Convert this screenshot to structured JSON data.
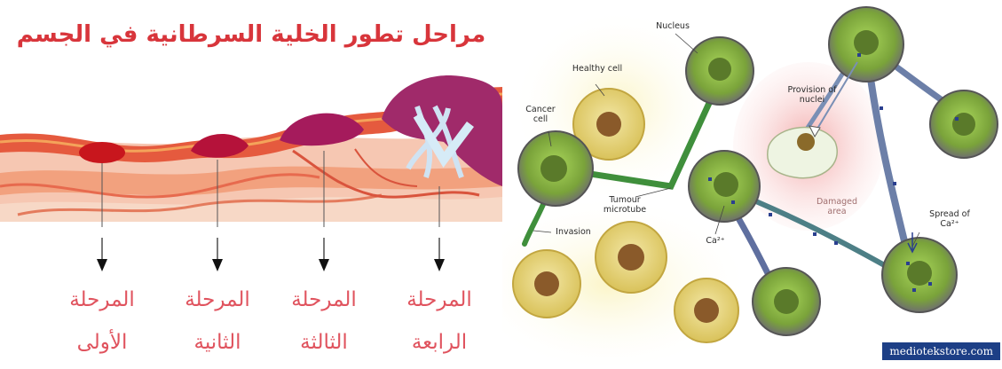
{
  "left": {
    "title": "مراحل تطور الخلية السرطانية في الجسم",
    "stages": [
      {
        "line1": "المرحلة",
        "line2": "الأولى"
      },
      {
        "line1": "المرحلة",
        "line2": "الثانية"
      },
      {
        "line1": "المرحلة",
        "line2": "الثالثة"
      },
      {
        "line1": "المرحلة",
        "line2": "الرابعة"
      }
    ]
  },
  "right": {
    "labels": {
      "healthy_cell": "Healthy cell",
      "nucleus": "Nucleus",
      "cancer_cell": "Cancer cell",
      "tumour_microtube": "Tumour microtube",
      "invasion": "Invasion",
      "ca": "Ca²⁺",
      "provision_of_nuclei": "Provision of nuclei",
      "damaged_area": "Damaged area",
      "spread_of_ca": "Spread of Ca²⁺"
    },
    "watermark": "mediotekstore.com"
  },
  "colors": {
    "title_red": "#d8353b",
    "stage_pink": "#e0535e",
    "cancer_cell_green": "#8cc63f",
    "healthy_cell_yellow": "#e9d97a",
    "microtube_green": "#3c8c3a",
    "damage_pink": "#f3b3b3"
  }
}
